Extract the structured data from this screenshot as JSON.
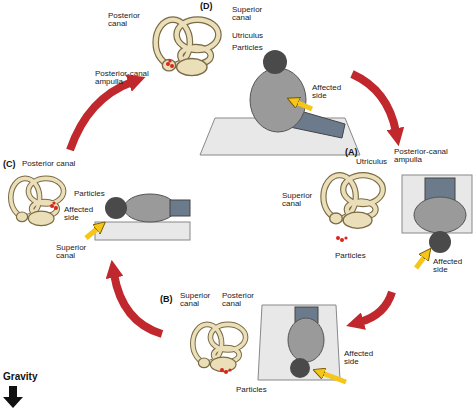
{
  "diagram": {
    "labels": [
      "(D)",
      "Posterior canal",
      "Superior canal",
      "Utriculus",
      "Particles",
      "Posterior-canal ampulla",
      "Affected side",
      "(A)",
      "Superior canal",
      "Utriculus",
      "Posterior-canal ampulla",
      "Particles",
      "Affected side",
      "(B)",
      "Superior canal",
      "Posterior canal",
      "Particles",
      "Affected side",
      "(C)",
      "Posterior canal",
      "Particles",
      "Affected side",
      "Superior canal",
      "Gravity"
    ]
  }
}
